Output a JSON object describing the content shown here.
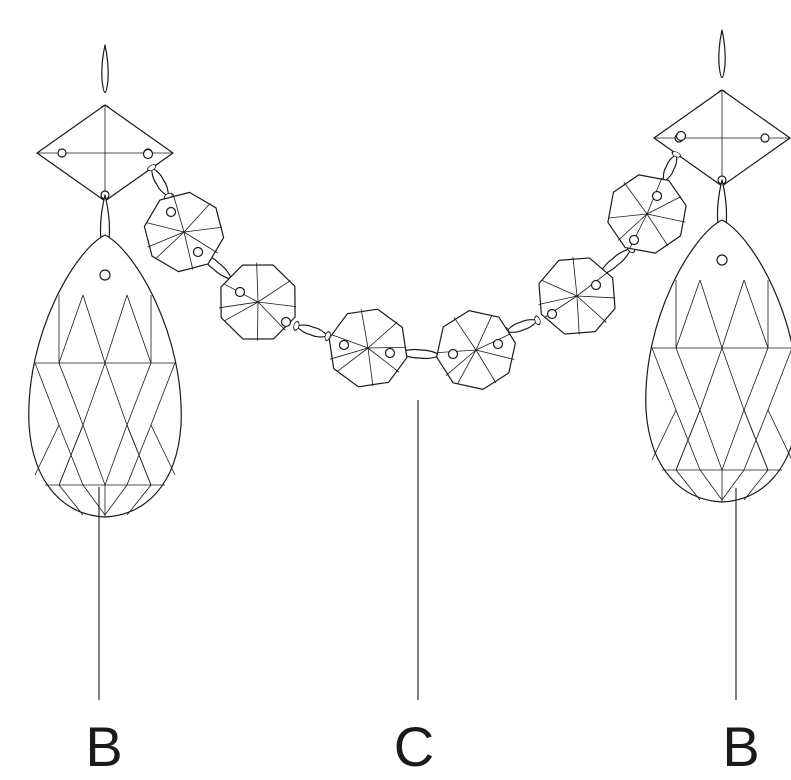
{
  "labels": {
    "left": "B",
    "center": "C",
    "right": "B"
  },
  "parts": {
    "left": "teardrop-pendant",
    "center": "octagon-bead-garland",
    "right": "teardrop-pendant"
  }
}
